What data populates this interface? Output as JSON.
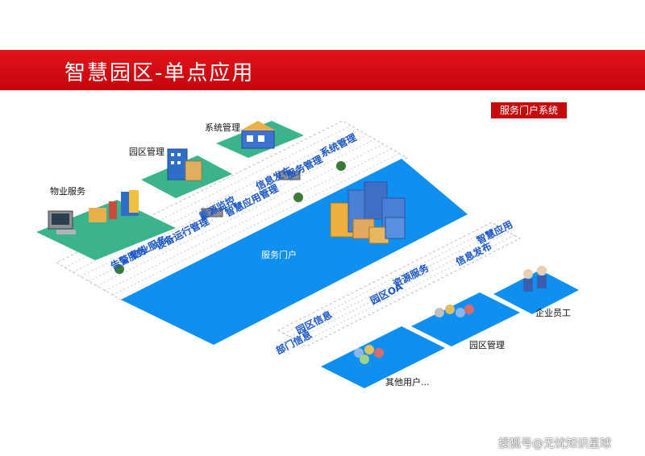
{
  "header": {
    "title": "智慧园区-单点应用"
  },
  "badge": {
    "portal_system": "服务门户系统"
  },
  "left_groups": {
    "property_service": "物业服务",
    "park_management": "园区管理",
    "system_management": "系统管理"
  },
  "left_stripes": [
    "告警服务",
    "物业服务",
    "设备运行管理",
    "能源监控",
    "智慧应用管理",
    "信息发布",
    "服务管理",
    "系统管理"
  ],
  "portal": {
    "label": "服务门户"
  },
  "right_stripes": [
    "部门信息",
    "园区信息",
    "园区OA",
    "资源服务",
    "信息发布",
    "智慧应用"
  ],
  "right_groups": {
    "other_users": "其他用户...",
    "park_management": "园区管理",
    "enterprise_staff": "企业员工"
  },
  "watermark": "搜狐号@无忧知识星球",
  "colors": {
    "banner": "#d6060f",
    "portal": "#0f8fef",
    "teal": "#3bb38d",
    "stripe_text": "#1a56c8",
    "badge": "#c40a0a"
  }
}
